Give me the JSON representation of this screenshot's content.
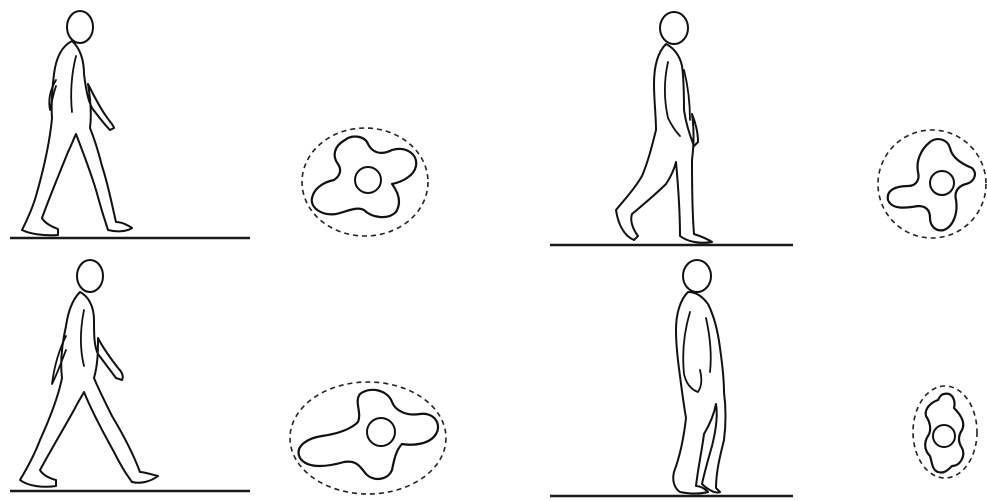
{
  "panels": [
    {
      "id": "upright-long-stride",
      "posture": "upright",
      "stride": "long",
      "cross_section": "vertebra-wide"
    },
    {
      "id": "upright-short-stride",
      "posture": "upright",
      "stride": "short",
      "cross_section": "vertebra-compact"
    },
    {
      "id": "forward-lean-long-stride",
      "posture": "forward-lean",
      "stride": "long",
      "cross_section": "vertebra-wide-large"
    },
    {
      "id": "stooped-short-stride",
      "posture": "stooped",
      "stride": "minimal",
      "cross_section": "vertebra-narrow-vertical"
    }
  ],
  "colors": {
    "line": "#111111",
    "background": "#ffffff"
  }
}
